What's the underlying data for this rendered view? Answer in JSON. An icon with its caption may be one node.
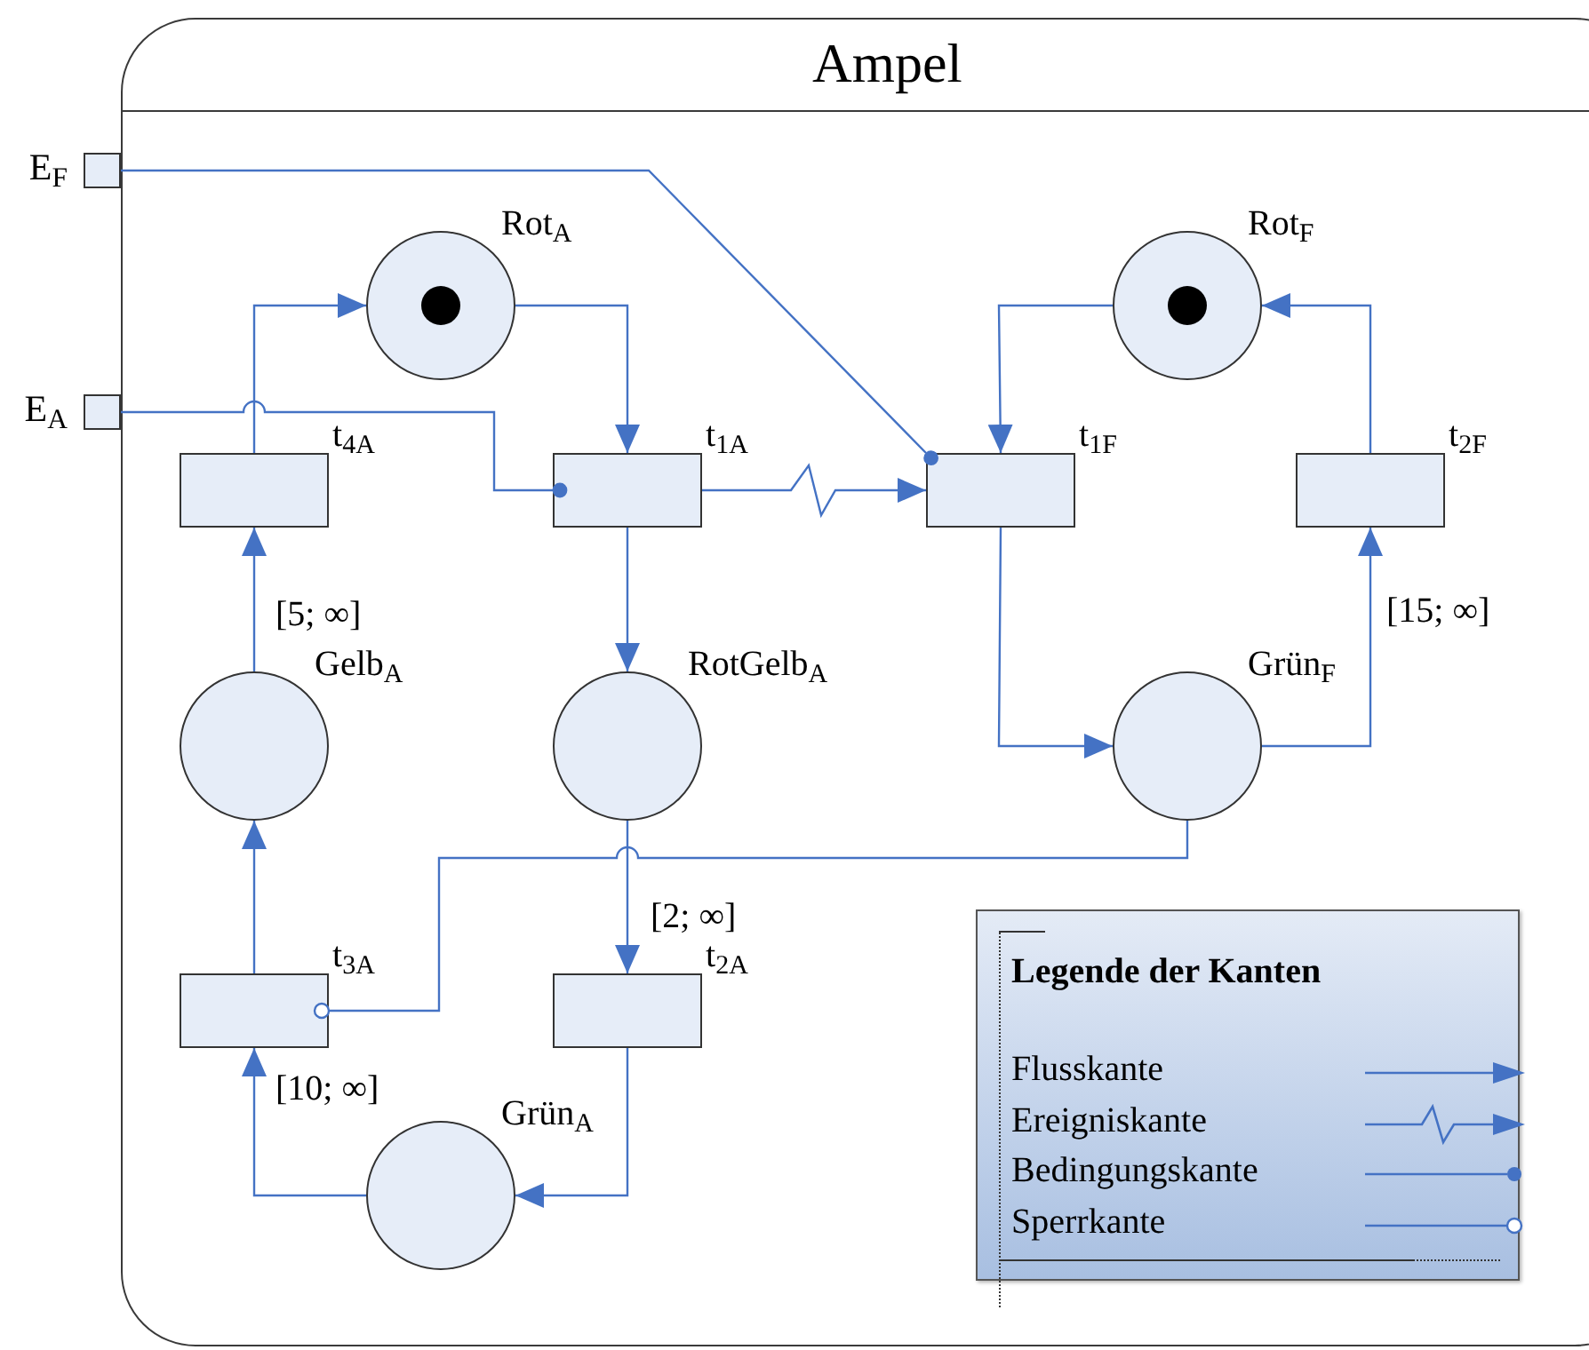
{
  "diagram": {
    "nodes": [
      {
        "text": [
          "Ampel"
        ]
      },
      {
        "text": [
          "E$_{F}$"
        ]
      },
      {
        "text": [
          "E$_{A}$"
        ]
      },
      {
        "text": [
          "Rot$_{A}$"
        ],
        "in": 0
      },
      {
        "text": [
          "t$_{4A}$"
        ],
        "in": 0
      },
      {
        "text": [
          "t$_{1A}$"
        ],
        "in": 0
      },
      {
        "text": [
          "t$_{1F}$"
        ],
        "in": 0
      },
      {
        "text": [
          "Rot$_{F}$"
        ],
        "in": 0
      },
      {
        "text": [
          "t$_{2F}$"
        ],
        "in": 0
      },
      {
        "text": [
          "Gelb$_{A}$"
        ],
        "in": 0
      },
      {
        "text": [
          "RotGelb$_{A}$"
        ],
        "in": 0
      },
      {
        "text": [
          "Grün$_{F}$"
        ],
        "in": 0
      },
      {
        "text": [
          "t$_{3A}$"
        ],
        "in": 0
      },
      {
        "text": [
          "t$_{2A}$"
        ],
        "in": 0
      },
      {
        "text": [
          "Grün$_{A}$"
        ],
        "in": 0
      }
    ],
    "edges": [
      {
        "from": 1,
        "to": 6,
        "arrow": "other"
      },
      {
        "from": 2,
        "to": 5,
        "arrow": "other"
      },
      {
        "from": 4,
        "to": 3,
        "arrow": "to"
      },
      {
        "from": 3,
        "to": 5,
        "arrow": "to"
      },
      {
        "from": 5,
        "to": 6,
        "arrow": "to"
      },
      {
        "from": 5,
        "to": 10,
        "arrow": "to"
      },
      {
        "from": 10,
        "to": 13,
        "arrow": "to",
        "label": "[2; ∞]"
      },
      {
        "from": 13,
        "to": 14,
        "arrow": "to"
      },
      {
        "from": 14,
        "to": 12,
        "arrow": "to",
        "label": "[10; ∞]"
      },
      {
        "from": 12,
        "to": 9,
        "arrow": "to"
      },
      {
        "from": 9,
        "to": 4,
        "arrow": "to",
        "label": "[5; ∞]"
      },
      {
        "from": 7,
        "to": 6,
        "arrow": "to"
      },
      {
        "from": 6,
        "to": 11,
        "arrow": "to"
      },
      {
        "from": 11,
        "to": 8,
        "arrow": "to",
        "label": "[15; ∞]"
      },
      {
        "from": 8,
        "to": 7,
        "arrow": "to"
      },
      {
        "from": 11,
        "to": 12,
        "arrow": "other"
      }
    ],
    "labels": [
      "Legende der Kanten"
    ],
    "legend": [
      {
        "text": "Flusskante"
      },
      {
        "text": "Ereigniskante"
      },
      {
        "text": "Bedingungskante"
      },
      {
        "text": "Sperrkante"
      }
    ]
  }
}
